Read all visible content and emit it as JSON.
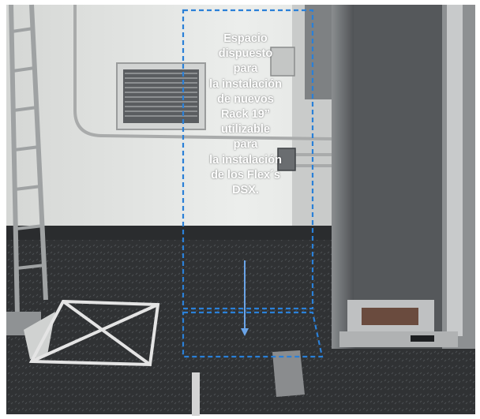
{
  "annotation": {
    "lines": [
      "Espacio",
      "dispuesto",
      "para",
      "la instalación",
      "de nuevos",
      "Rack 19”",
      "utilizable",
      "para",
      "la instalación",
      "de los Flex´s",
      "DSX."
    ]
  },
  "colors": {
    "annotation_dash": "#2a80d8",
    "arrow": "#6aa4e8",
    "floor": "#2f3133",
    "wall": "#e4e6e4",
    "tape": "#e8e8e8"
  }
}
